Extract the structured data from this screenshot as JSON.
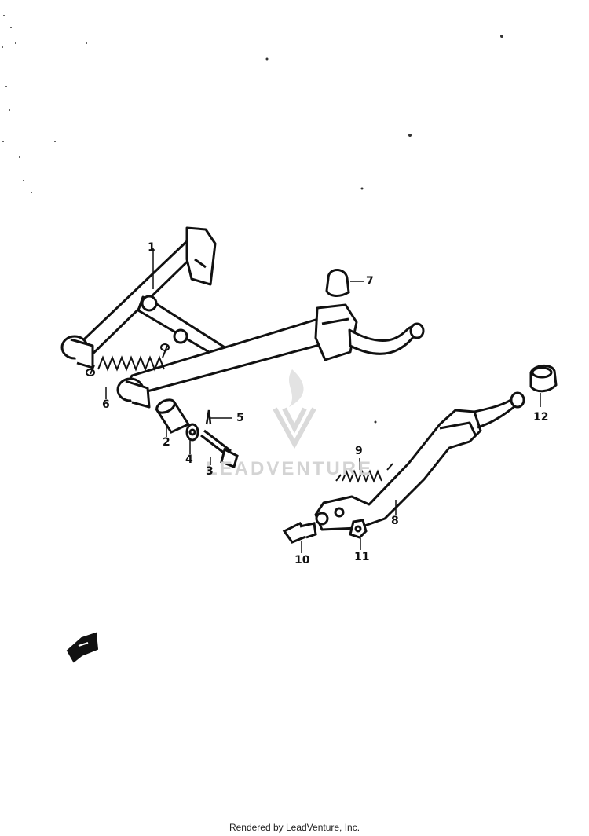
{
  "diagram": {
    "part_labels": [
      "1",
      "2",
      "3",
      "4",
      "5",
      "6",
      "7",
      "8",
      "9",
      "10",
      "11",
      "12"
    ],
    "watermark": "LEADVENTURE"
  },
  "footer": {
    "text": "Rendered by LeadVenture, Inc."
  },
  "icons": {
    "direction_arrow": "front-direction-arrow-icon",
    "watermark_logo": "leadventure-flame-logo"
  },
  "colors": {
    "ink": "#111111",
    "watermark": "#d4d4d4",
    "background": "#ffffff"
  }
}
